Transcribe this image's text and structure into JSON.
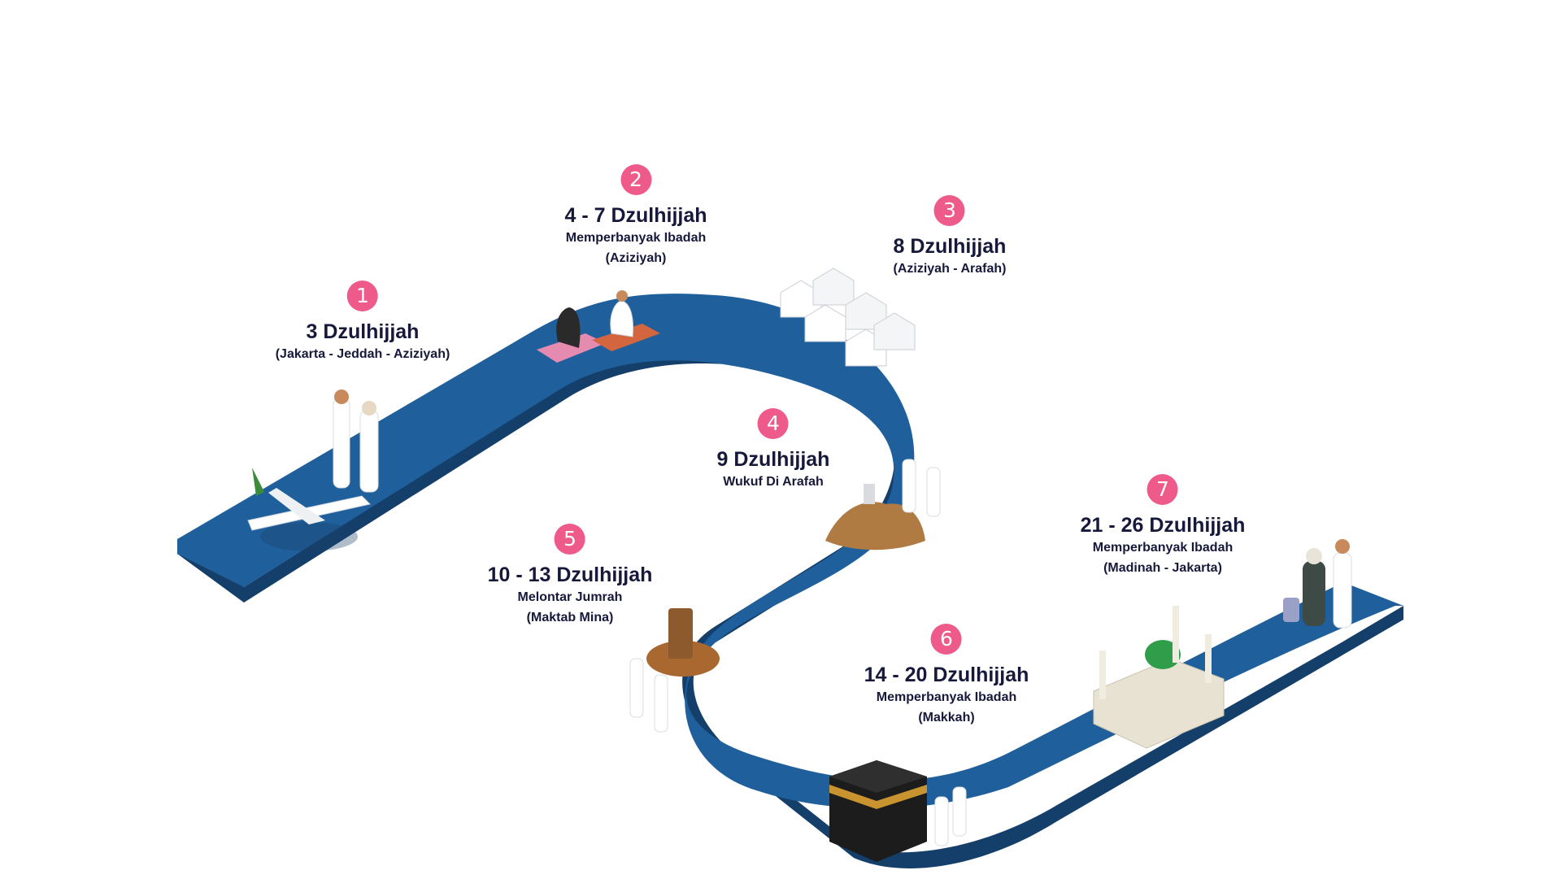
{
  "colors": {
    "road_top": "#1F609C",
    "road_side": "#153F6B",
    "badge": "#EE5B8B",
    "text": "#17193B"
  },
  "steps": [
    {
      "number": "1",
      "date": "3 Dzulhijjah",
      "line1": "(Jakarta - Jeddah - Aziziyah)",
      "line2": "",
      "icon": "airplane-pilgrims-icon"
    },
    {
      "number": "2",
      "date": "4 - 7 Dzulhijjah",
      "line1": "Memperbanyak Ibadah",
      "line2": "(Aziziyah)",
      "icon": "praying-pilgrims-icon"
    },
    {
      "number": "3",
      "date": "8 Dzulhijjah",
      "line1": "(Aziziyah - Arafah)",
      "line2": "",
      "icon": "tents-icon"
    },
    {
      "number": "4",
      "date": "9 Dzulhijjah",
      "line1": "Wukuf Di Arafah",
      "line2": "",
      "icon": "mount-arafah-icon"
    },
    {
      "number": "5",
      "date": "10 - 13 Dzulhijjah",
      "line1": "Melontar Jumrah",
      "line2": "(Maktab Mina)",
      "icon": "jamarat-pillar-icon"
    },
    {
      "number": "6",
      "date": "14 - 20 Dzulhijjah",
      "line1": "Memperbanyak Ibadah",
      "line2": "(Makkah)",
      "icon": "kaaba-icon"
    },
    {
      "number": "7",
      "date": "21 - 26 Dzulhijjah",
      "line1": "Memperbanyak Ibadah",
      "line2": "(Madinah - Jakarta)",
      "icon": "nabawi-mosque-icon"
    }
  ]
}
